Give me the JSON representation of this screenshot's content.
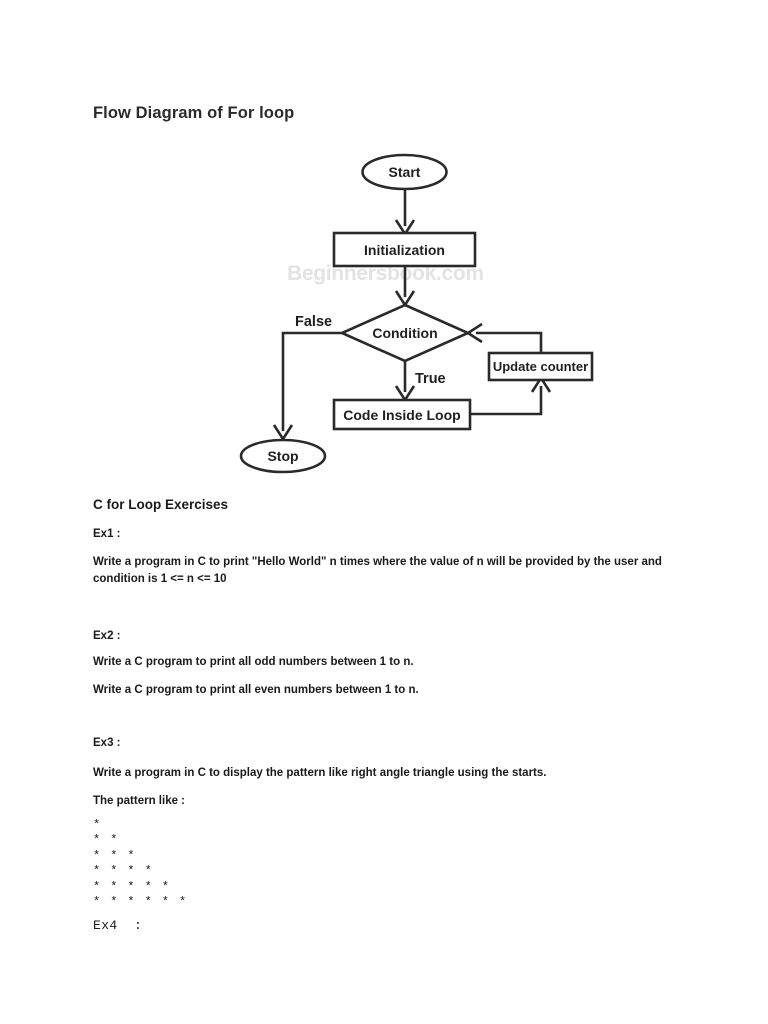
{
  "document": {
    "title": "Flow Diagram of For loop",
    "watermark": "Beginnersbook.com"
  },
  "flowchart": {
    "nodes": {
      "start": "Start",
      "initialization": "Initialization",
      "condition": "Condition",
      "code_inside_loop": "Code Inside Loop",
      "update_counter": "Update counter",
      "stop": "Stop"
    },
    "edge_labels": {
      "false": "False",
      "true": "True"
    }
  },
  "content": {
    "section_heading": "C for Loop Exercises",
    "ex1": {
      "label": "Ex1 :",
      "text": "Write a program in C to print \"Hello World\" n times where the value of n will be provided by the user and condition is 1 <= n <= 10"
    },
    "ex2": {
      "label": "Ex2 :",
      "line1": "Write a C program to print all odd numbers between 1 to n.",
      "line2": "Write a C program to print all even numbers between 1 to n."
    },
    "ex3": {
      "label": "Ex3 :",
      "text": " Write a program in C to display the pattern like right angle triangle using the starts.",
      "pattern_label": "The pattern like :",
      "pattern": "*\n* *\n* * *\n* * * *\n* * * * *\n* * * * * *"
    },
    "ex4": {
      "label": "Ex4  :"
    }
  }
}
